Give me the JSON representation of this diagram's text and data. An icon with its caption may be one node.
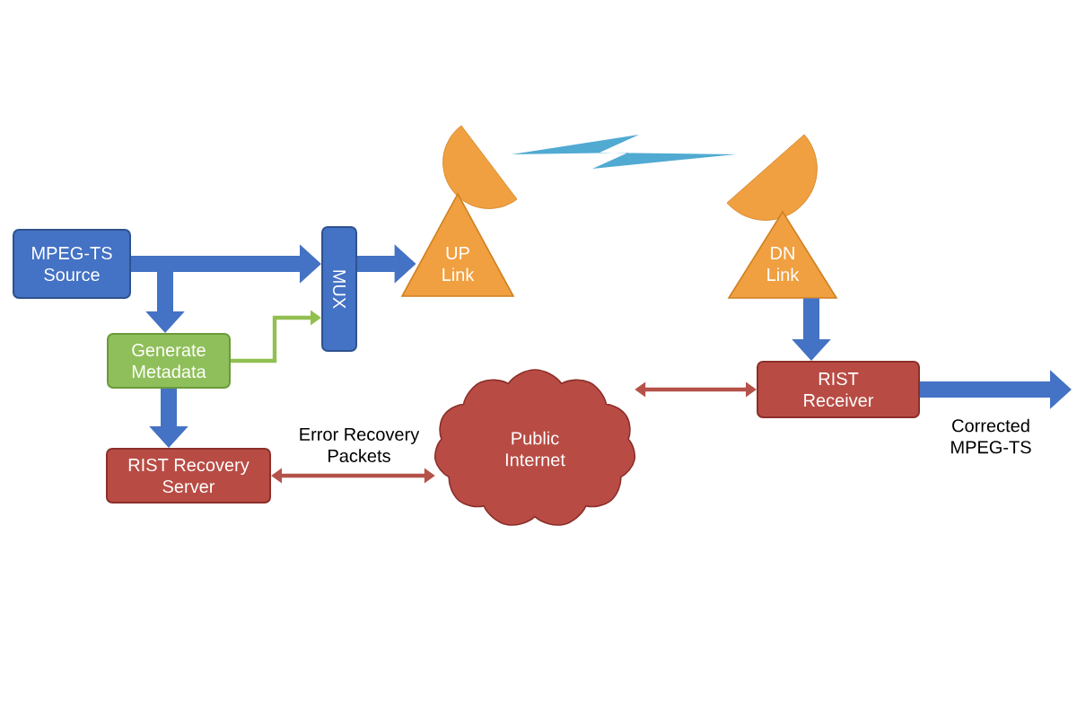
{
  "diagram": {
    "nodes": [
      {
        "text": [
          "MPEG-TS Source"
        ]
      },
      {
        "text": [
          "MUX"
        ]
      },
      {
        "text": [
          "UP Link"
        ]
      },
      {
        "text": [
          "DN Link"
        ]
      },
      {
        "text": [
          "Generate Metadata"
        ]
      },
      {
        "text": [
          "RIST Recovery Server"
        ]
      },
      {
        "text": [
          "Public Internet"
        ]
      },
      {
        "text": [
          "RIST Receiver"
        ]
      },
      {
        "text": [],
        "shape": "lightning"
      }
    ],
    "edges": [
      {
        "from": 0,
        "to": 1,
        "arrow": "to"
      },
      {
        "from": 0,
        "to": 4,
        "arrow": "to"
      },
      {
        "from": 1,
        "to": 2,
        "arrow": "to"
      },
      {
        "from": 4,
        "to": 1,
        "arrow": "to",
        "color": "#92c050"
      },
      {
        "from": 4,
        "to": 5,
        "arrow": "to"
      },
      {
        "from": 5,
        "to": 6,
        "arrow": "both",
        "label": "Error Recovery Packets",
        "color": "#b5524a"
      },
      {
        "from": 6,
        "to": 7,
        "arrow": "both",
        "color": "#b5524a"
      },
      {
        "from": 3,
        "to": 7,
        "arrow": "to"
      },
      {
        "from": 7,
        "to": null,
        "arrow": "to",
        "label": "Corrected MPEG-TS"
      }
    ]
  }
}
